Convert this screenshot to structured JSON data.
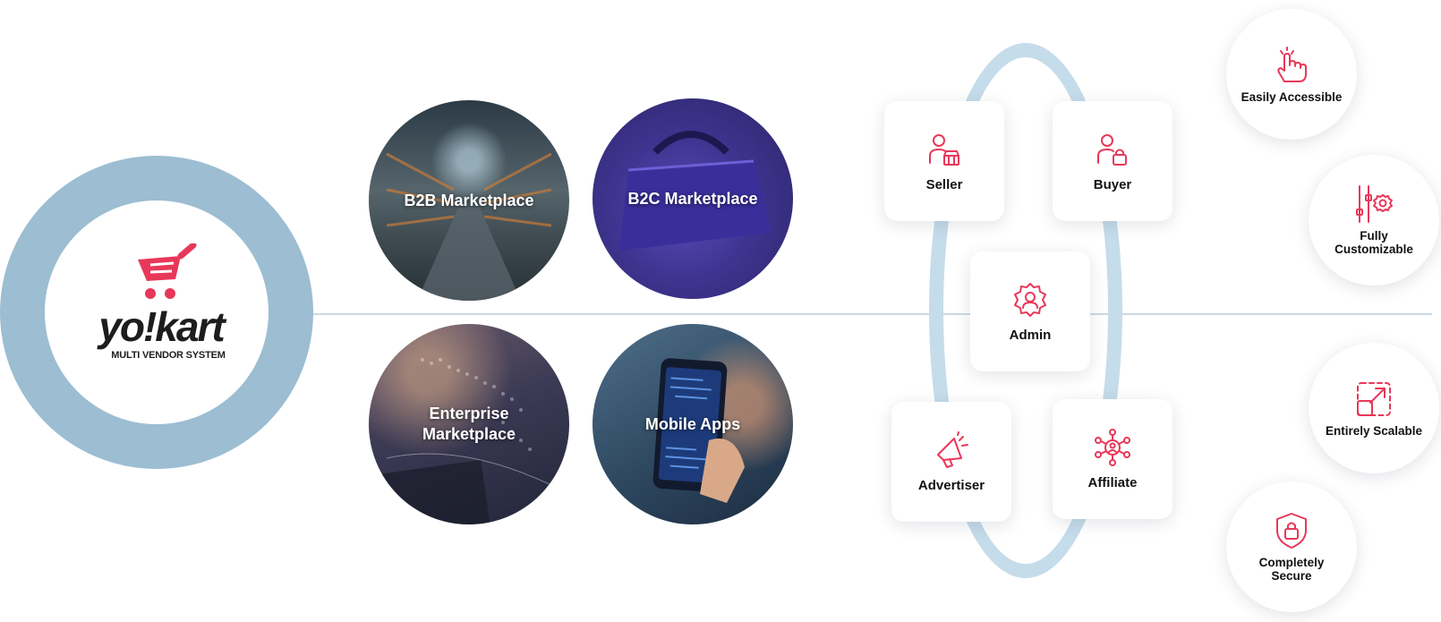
{
  "logo": {
    "wordmark": "yo!kart",
    "tagline": "MULTI VENDOR SYSTEM",
    "brand_color": "#e8385a"
  },
  "marketplaces": [
    {
      "label": "B2B Marketplace"
    },
    {
      "label": "B2C Marketplace"
    },
    {
      "label": "Enterprise Marketplace"
    },
    {
      "label": "Mobile Apps"
    }
  ],
  "roles": [
    {
      "label": "Seller",
      "icon": "seller-icon"
    },
    {
      "label": "Buyer",
      "icon": "buyer-icon"
    },
    {
      "label": "Admin",
      "icon": "gear-icon"
    },
    {
      "label": "Advertiser",
      "icon": "megaphone-icon"
    },
    {
      "label": "Affiliate",
      "icon": "network-icon"
    }
  ],
  "features": [
    {
      "label": "Easily Accessible",
      "icon": "hand-tap-icon"
    },
    {
      "label": "Fully Customizable",
      "icon": "sliders-gear-icon"
    },
    {
      "label": "Entirely Scalable",
      "icon": "expand-icon"
    },
    {
      "label": "Completely Secure",
      "icon": "shield-lock-icon"
    }
  ],
  "colors": {
    "accent": "#e8385a",
    "ring": "#9cbdd2",
    "role_ring": "#c5dcea",
    "connector": "#c9d9e4"
  }
}
